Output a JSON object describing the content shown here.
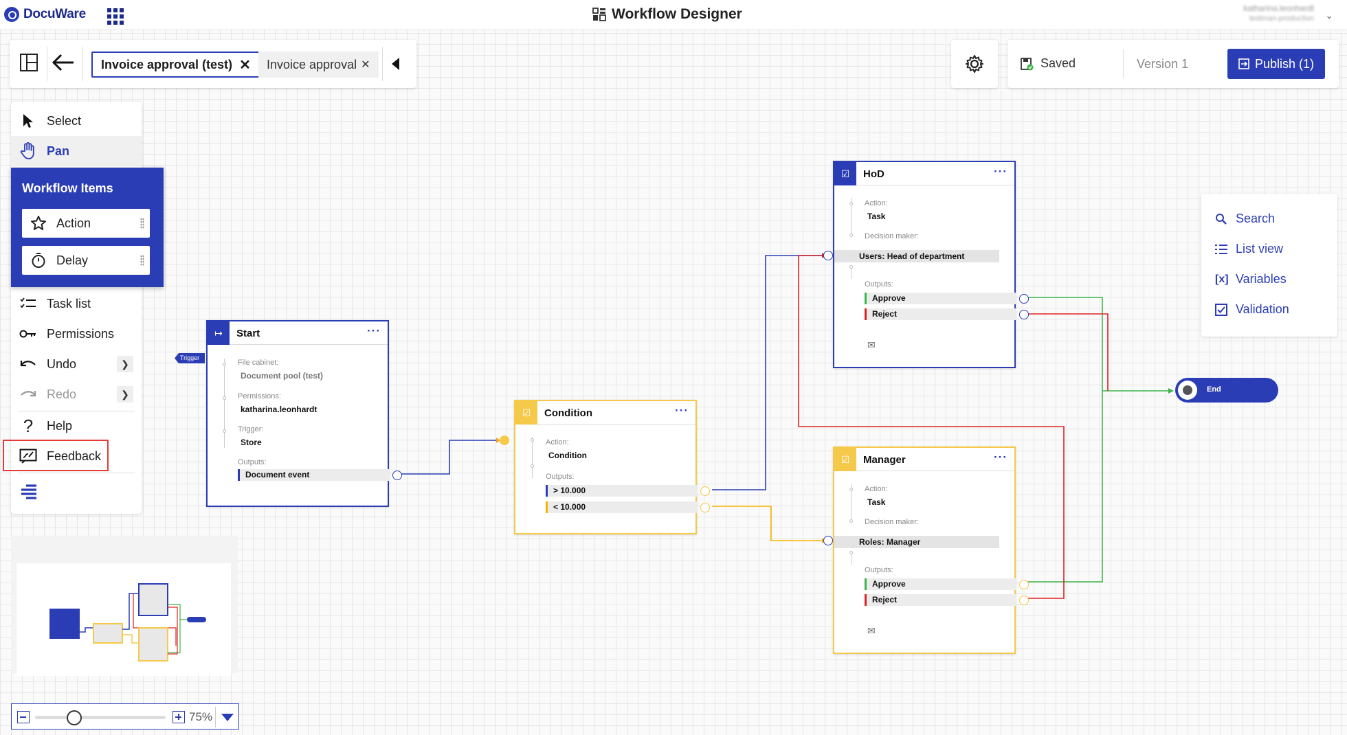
{
  "header": {
    "brand": "DocuWare",
    "title": "Workflow Designer",
    "user_name": "katharina.leonhardt",
    "user_org": "testman-production"
  },
  "docbar": {
    "tabs": [
      {
        "label": "Invoice approval (test)",
        "active": true
      },
      {
        "label": "Invoice approval",
        "active": false
      }
    ]
  },
  "status": {
    "saved_label": "Saved",
    "version_label": "Version 1",
    "publish_label": "Publish (1)"
  },
  "tools": {
    "select": "Select",
    "pan": "Pan",
    "workflow_items_title": "Workflow Items",
    "action": "Action",
    "delay": "Delay",
    "task_list": "Task list",
    "permissions": "Permissions",
    "undo": "Undo",
    "redo": "Redo",
    "help": "Help",
    "feedback": "Feedback"
  },
  "zoom": {
    "value_label": "75%",
    "level": 0.3
  },
  "right_panel": {
    "search": "Search",
    "list_view": "List view",
    "variables": "Variables",
    "validation": "Validation"
  },
  "nodes": {
    "start": {
      "title": "Start",
      "trigger_tag": "Trigger",
      "file_cabinet_label": "File cabinet:",
      "file_cabinet_value": "Document pool (test)",
      "permissions_label": "Permissions:",
      "permissions_value": "katharina.leonhardt",
      "trigger_label": "Trigger:",
      "trigger_value": "Store",
      "outputs_label": "Outputs:",
      "output_1": "Document event"
    },
    "condition": {
      "title": "Condition",
      "action_label": "Action:",
      "action_value": "Condition",
      "outputs_label": "Outputs:",
      "output_1": "> 10.000",
      "output_2": "< 10.000"
    },
    "hod": {
      "title": "HoD",
      "action_label": "Action:",
      "action_value": "Task",
      "decision_label": "Decision maker:",
      "decision_value": "Users: Head of department",
      "outputs_label": "Outputs:",
      "output_1": "Approve",
      "output_2": "Reject"
    },
    "manager": {
      "title": "Manager",
      "action_label": "Action:",
      "action_value": "Task",
      "decision_label": "Decision maker:",
      "decision_value": "Roles: Manager",
      "outputs_label": "Outputs:",
      "output_1": "Approve",
      "output_2": "Reject"
    },
    "end": {
      "title": "End"
    }
  },
  "colors": {
    "accent": "#2b3db5",
    "condition": "#f5c94a",
    "approve": "#3cb44a",
    "reject": "#dd2222",
    "highlight": "#e53935"
  }
}
